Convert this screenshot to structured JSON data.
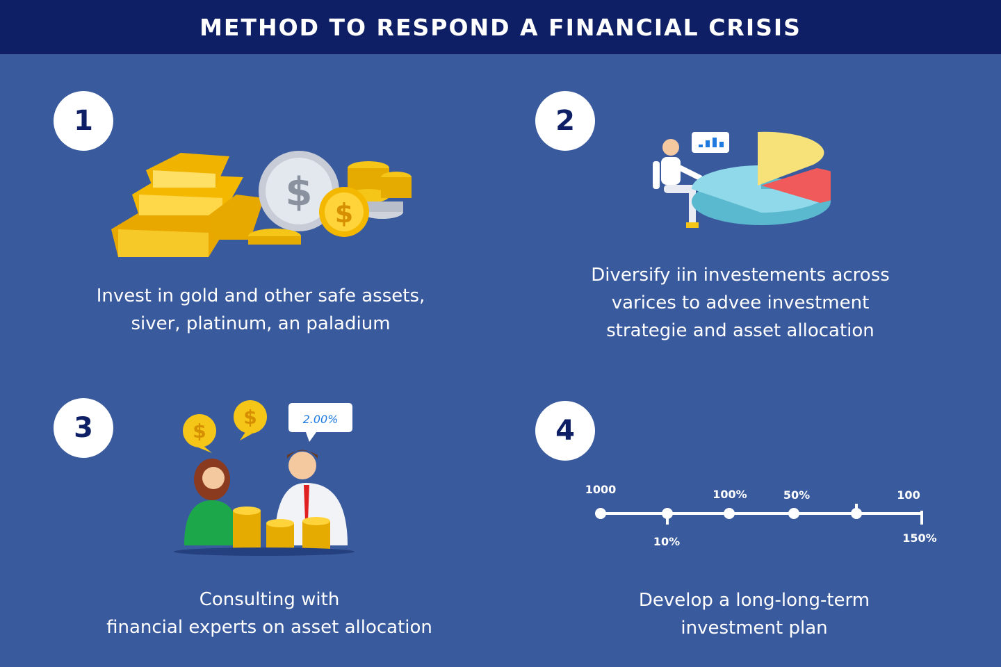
{
  "header": {
    "title": "METHOD TO RESPOND A FINANCIAL CRISIS"
  },
  "steps": [
    {
      "number": "1",
      "lines": [
        "Invest in gold and other safe assets,",
        "siver, platinum, an paladium"
      ]
    },
    {
      "number": "2",
      "lines": [
        "Diversify iin investements across",
        "varices to advee investment",
        "strategie and asset allocation"
      ]
    },
    {
      "number": "3",
      "lines": [
        "Consulting with",
        "financial experts on asset allocation"
      ]
    },
    {
      "number": "4",
      "lines": [
        "Develop a long-long-term",
        "investment plan"
      ]
    }
  ],
  "illustration3": {
    "bubble_value": "2.00%"
  },
  "timeline": {
    "top_labels": [
      "1000",
      "100%",
      "50%",
      "100"
    ],
    "bottom_labels": [
      "10%",
      "150%"
    ]
  },
  "colors": {
    "background": "#3a5a9e",
    "header": "#0e1f66",
    "gold": "#f5c518",
    "white": "#ffffff"
  }
}
